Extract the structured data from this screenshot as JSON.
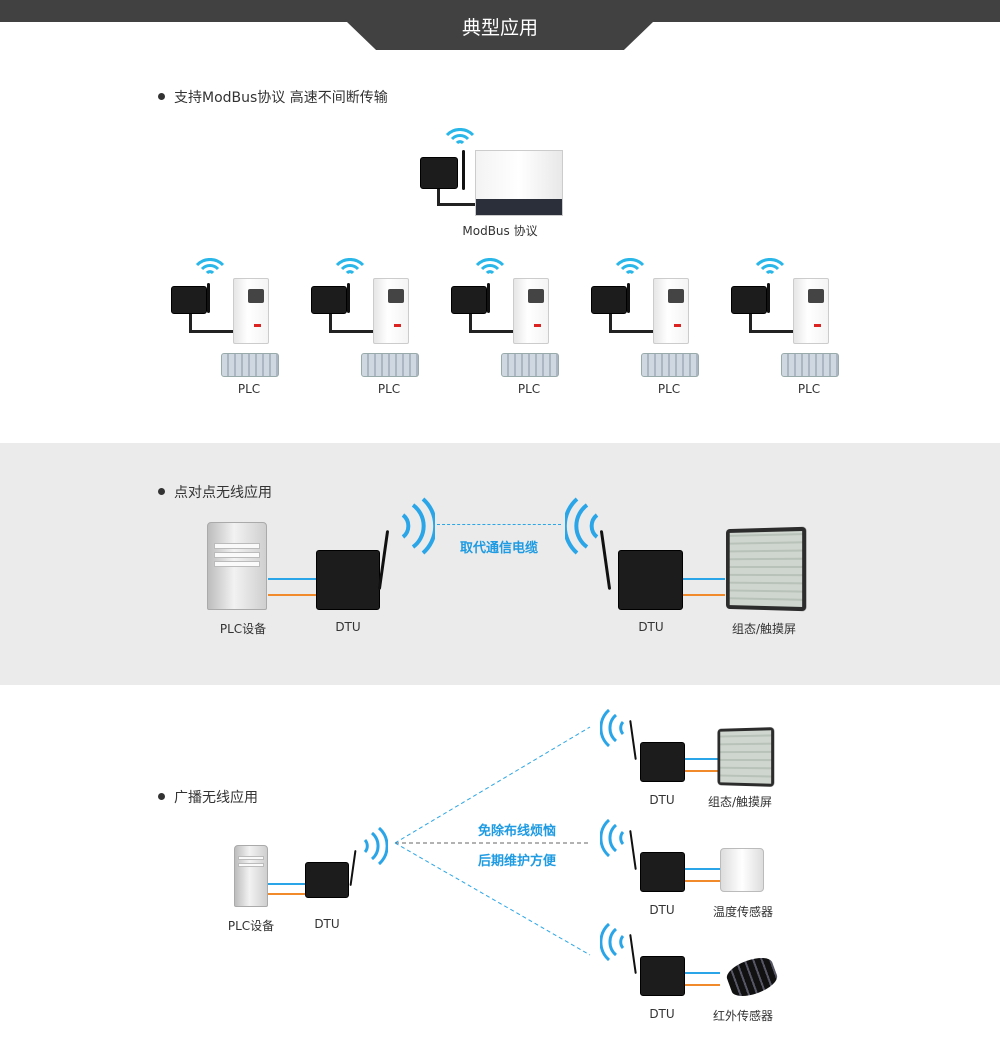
{
  "header": {
    "title": "典型应用"
  },
  "colors": {
    "header_bg": "#414141",
    "accent_blue": "#1e9be2",
    "wire_blue": "#2aa6e8",
    "wire_orange": "#f08a2a",
    "section_gray": "#ebebeb"
  },
  "section1": {
    "bullet": "支持ModBus协议  高速不间断传输",
    "top_label": "ModBus 协议",
    "plc_labels": [
      "PLC",
      "PLC",
      "PLC",
      "PLC",
      "PLC"
    ]
  },
  "section2": {
    "bullet": "点对点无线应用",
    "middle_text": "取代通信电缆",
    "labels": {
      "plc": "PLC设备",
      "dtu_left": "DTU",
      "dtu_right": "DTU",
      "screen": "组态/触摸屏"
    }
  },
  "section3": {
    "bullet": "广播无线应用",
    "text_top": "免除布线烦恼",
    "text_bottom": "后期维护方便",
    "left": {
      "plc": "PLC设备",
      "dtu": "DTU"
    },
    "targets": [
      {
        "dtu": "DTU",
        "device": "组态/触摸屏"
      },
      {
        "dtu": "DTU",
        "device": "温度传感器"
      },
      {
        "dtu": "DTU",
        "device": "红外传感器"
      }
    ]
  }
}
